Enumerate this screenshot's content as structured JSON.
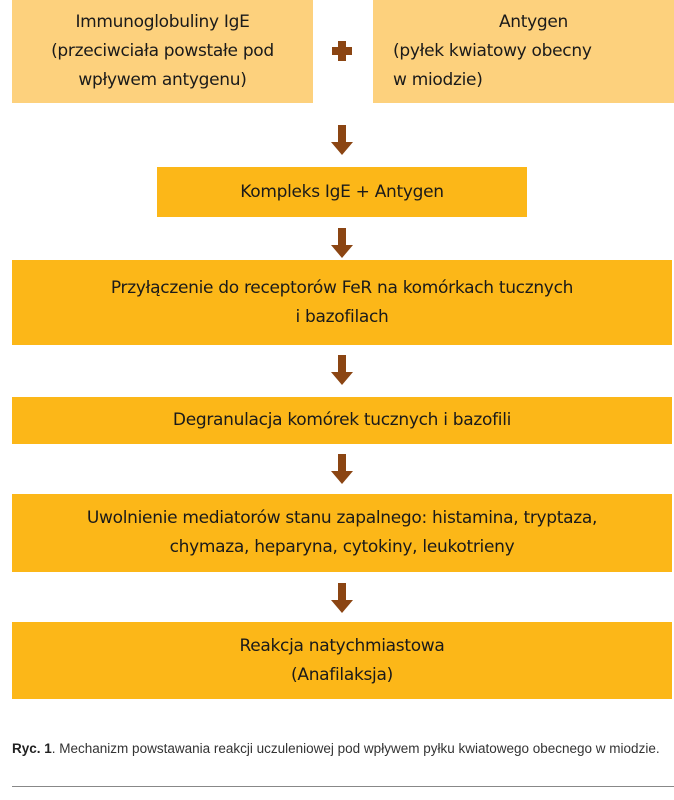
{
  "inputs": {
    "left": {
      "lines": [
        "Immunoglobuliny IgE",
        "(przeciwciała powstałe pod",
        "wpływem antygenu)"
      ]
    },
    "operator": "plus",
    "right": {
      "lines": [
        "Antygen",
        "(pyłek kwiatowy obecny",
        "w miodzie)"
      ]
    }
  },
  "steps": [
    {
      "lines": [
        "Kompleks IgE + Antygen"
      ]
    },
    {
      "lines": [
        "Przyłączenie do receptorów FeR na komórkach tucznych",
        "i bazofilach"
      ]
    },
    {
      "lines": [
        "Degranulacja komórek tucznych i bazofili"
      ]
    },
    {
      "lines": [
        "Uwolnienie mediatorów stanu zapalnego: histamina, tryptaza,",
        "chymaza, heparyna, cytokiny, leukotrieny"
      ]
    },
    {
      "lines": [
        "Reakcja natychmiastowa",
        "(Anafilaksja)"
      ]
    }
  ],
  "caption": {
    "label": "Ryc. 1",
    "text": ". Mechanizm powstawania reakcji uczuleniowej pod wpływem pyłku kwiatowego obecnego w miodzie."
  },
  "colors": {
    "light": "#fdd17d",
    "strong": "#fcb718",
    "arrow": "#8b4513"
  }
}
